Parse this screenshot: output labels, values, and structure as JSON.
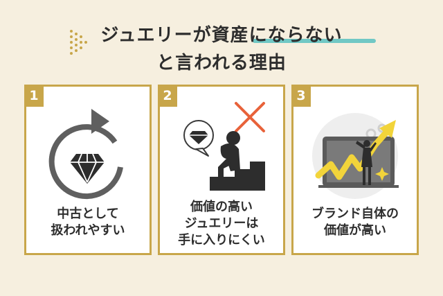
{
  "title": {
    "line1": "ジュエリーが資産にならない",
    "line2": "と言われる理由"
  },
  "cards": [
    {
      "number": "1",
      "lines": [
        "中古として",
        "扱われやすい"
      ],
      "icon": "diamond-recycle-icon"
    },
    {
      "number": "2",
      "lines": [
        "価値の高い",
        "ジュエリーは",
        "手に入りにくい"
      ],
      "icon": "sad-person-on-stairs-icon"
    },
    {
      "number": "3",
      "lines": [
        "ブランド自体の",
        "価値が高い"
      ],
      "icon": "rising-value-icon"
    }
  ],
  "colors": {
    "background": "#f6efdf",
    "gold": "#c8a64a",
    "teal": "#71c8c5",
    "cross": "#e8623a",
    "yellow": "#f2d43a",
    "text": "#2d2d2d"
  }
}
